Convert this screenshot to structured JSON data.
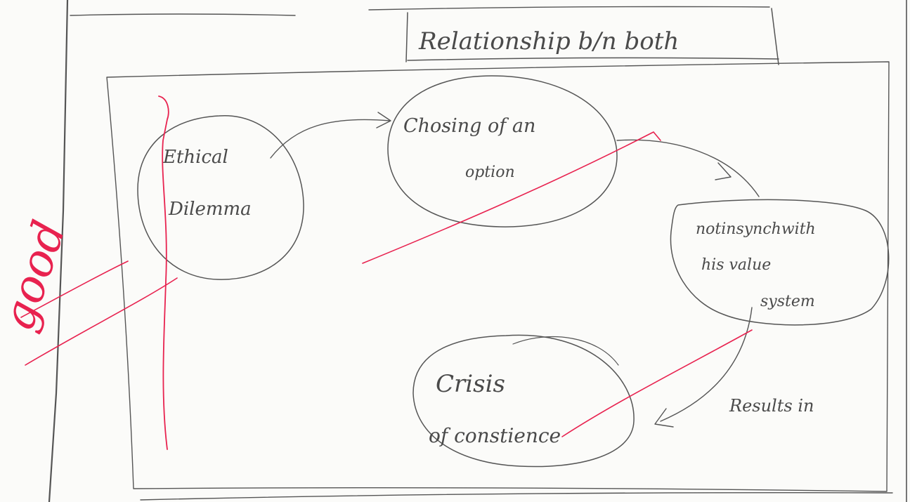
{
  "diagram": {
    "heading": "Relationship b/n both",
    "nodes": {
      "ethical_dilemma": {
        "line1": "Ethical",
        "line2": "Dilemma"
      },
      "choosing_option": {
        "line1": "Chosing of an",
        "line2": "option"
      },
      "not_in_sync": {
        "line1": "notinsynchwith",
        "line2": "his value",
        "line3": "system"
      },
      "crisis": {
        "line1": "Crisis",
        "line2": "of constience"
      }
    },
    "edge_labels": {
      "results_in": "Results in"
    }
  },
  "annotations": {
    "grade": "good",
    "grade_color": "#e8224f"
  },
  "colors": {
    "pencil": "#555555",
    "paper": "#fbfbf9",
    "red_ink": "#e8224f"
  }
}
